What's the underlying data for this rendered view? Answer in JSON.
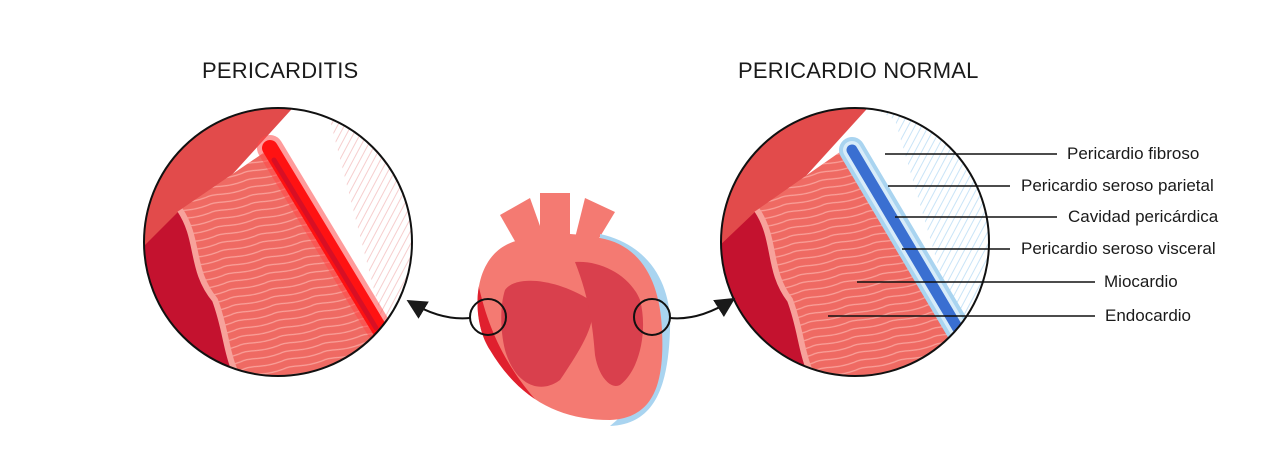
{
  "titles": {
    "left": "PERICARDITIS",
    "right": "PERICARDIO NORMAL"
  },
  "labels": [
    "Pericardio fibroso",
    "Pericardio seroso parietal",
    "Cavidad pericárdica",
    "Pericardio seroso visceral",
    "Miocardio",
    "Endocardio"
  ],
  "colors": {
    "muscle": "#ef5b5b",
    "muscle_dark": "#c4122f",
    "muscle_light": "#f47a72",
    "inflamed": "#ff1a1a",
    "pericardium_blue": "#3a6fd1",
    "pericardium_light": "#a9d4f0"
  }
}
